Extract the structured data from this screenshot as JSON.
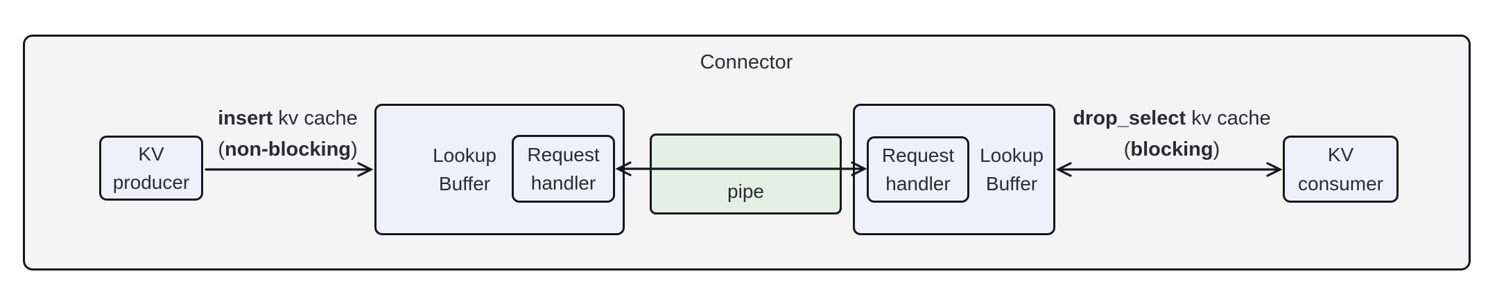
{
  "diagram": {
    "title": "Connector",
    "nodes": {
      "kv_producer": {
        "label": "KV\nproducer"
      },
      "lookup_buffer_left": {
        "label": "Lookup\nBuffer"
      },
      "request_handler_left": {
        "label": "Request\nhandler"
      },
      "pipe": {
        "label": "pipe"
      },
      "request_handler_right": {
        "label": "Request\nhandler"
      },
      "lookup_buffer_right": {
        "label": "Lookup\nBuffer"
      },
      "kv_consumer": {
        "label": "KV\nconsumer"
      }
    },
    "edges": {
      "insert": {
        "line1_bold": "insert",
        "line1_rest": " kv cache",
        "line2_pre": "(",
        "line2_bold": "non-blocking",
        "line2_post": ")"
      },
      "drop_select": {
        "line1_bold": "drop_select",
        "line1_rest": " kv cache",
        "line2_pre": "(",
        "line2_bold": "blocking",
        "line2_post": ")"
      }
    }
  },
  "colors": {
    "container-fill": "#f4f4f4",
    "node-fill": "#eef1fa",
    "pipe-fill": "#e2f1e4",
    "border": "#16161d",
    "text": "#2b2b33"
  }
}
